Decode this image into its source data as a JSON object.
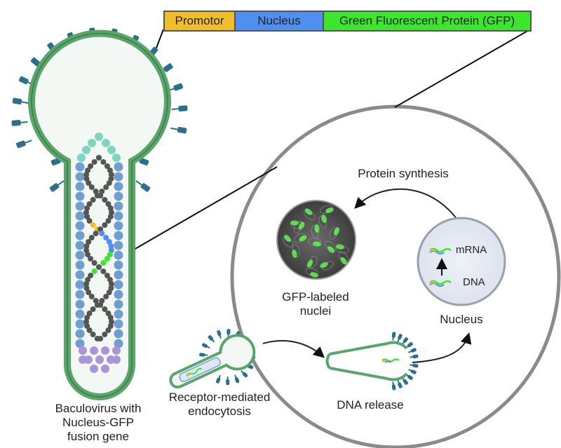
{
  "gene_bar": {
    "segments": [
      {
        "label": "Promotor",
        "color": "#f0be28"
      },
      {
        "label": "Nucleus",
        "color": "#4f8ff0"
      },
      {
        "label": "Green Fluorescent Protein (GFP)",
        "color": "#3ce62c"
      }
    ]
  },
  "labels": {
    "baculovirus_line1": "Baculovirus with",
    "baculovirus_line2": "Nucleus-GFP",
    "baculovirus_line3": "fusion gene",
    "protein_synthesis": "Protein synthesis",
    "gfp_line1": "GFP-labeled",
    "gfp_line2": "nuclei",
    "nucleus": "Nucleus",
    "mrna": "mRNA",
    "dna": "DNA",
    "endocytosis_line1": "Receptor-mediated",
    "endocytosis_line2": "endocytosis",
    "dna_release": "DNA release"
  },
  "colors": {
    "envelope": "#5aa66a",
    "envelope_fill": "#f4f8f4",
    "glycoprotein": "#2b6f8f",
    "capsid_blue": "#6f9fd0",
    "capsid_teal": "#7ed6c1",
    "capsid_purple": "#a995d8",
    "dna_gray": "#555555",
    "cell_border": "#8a8a8a"
  }
}
